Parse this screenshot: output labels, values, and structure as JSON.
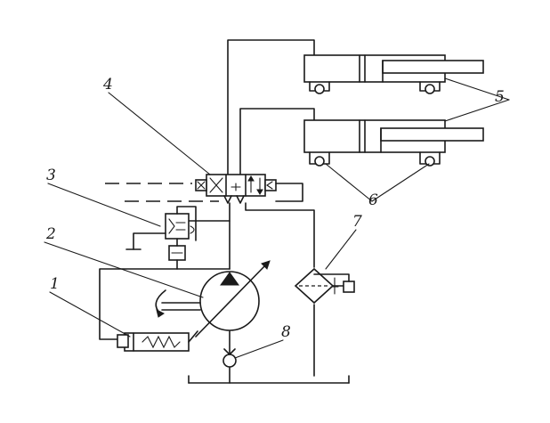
{
  "labels": {
    "pump_control": "1",
    "pump": "2",
    "relief_valve": "3",
    "directional_valve": "4",
    "cylinders": "5",
    "cylinder_mounts": "6",
    "filter": "7",
    "strainer": "8"
  }
}
